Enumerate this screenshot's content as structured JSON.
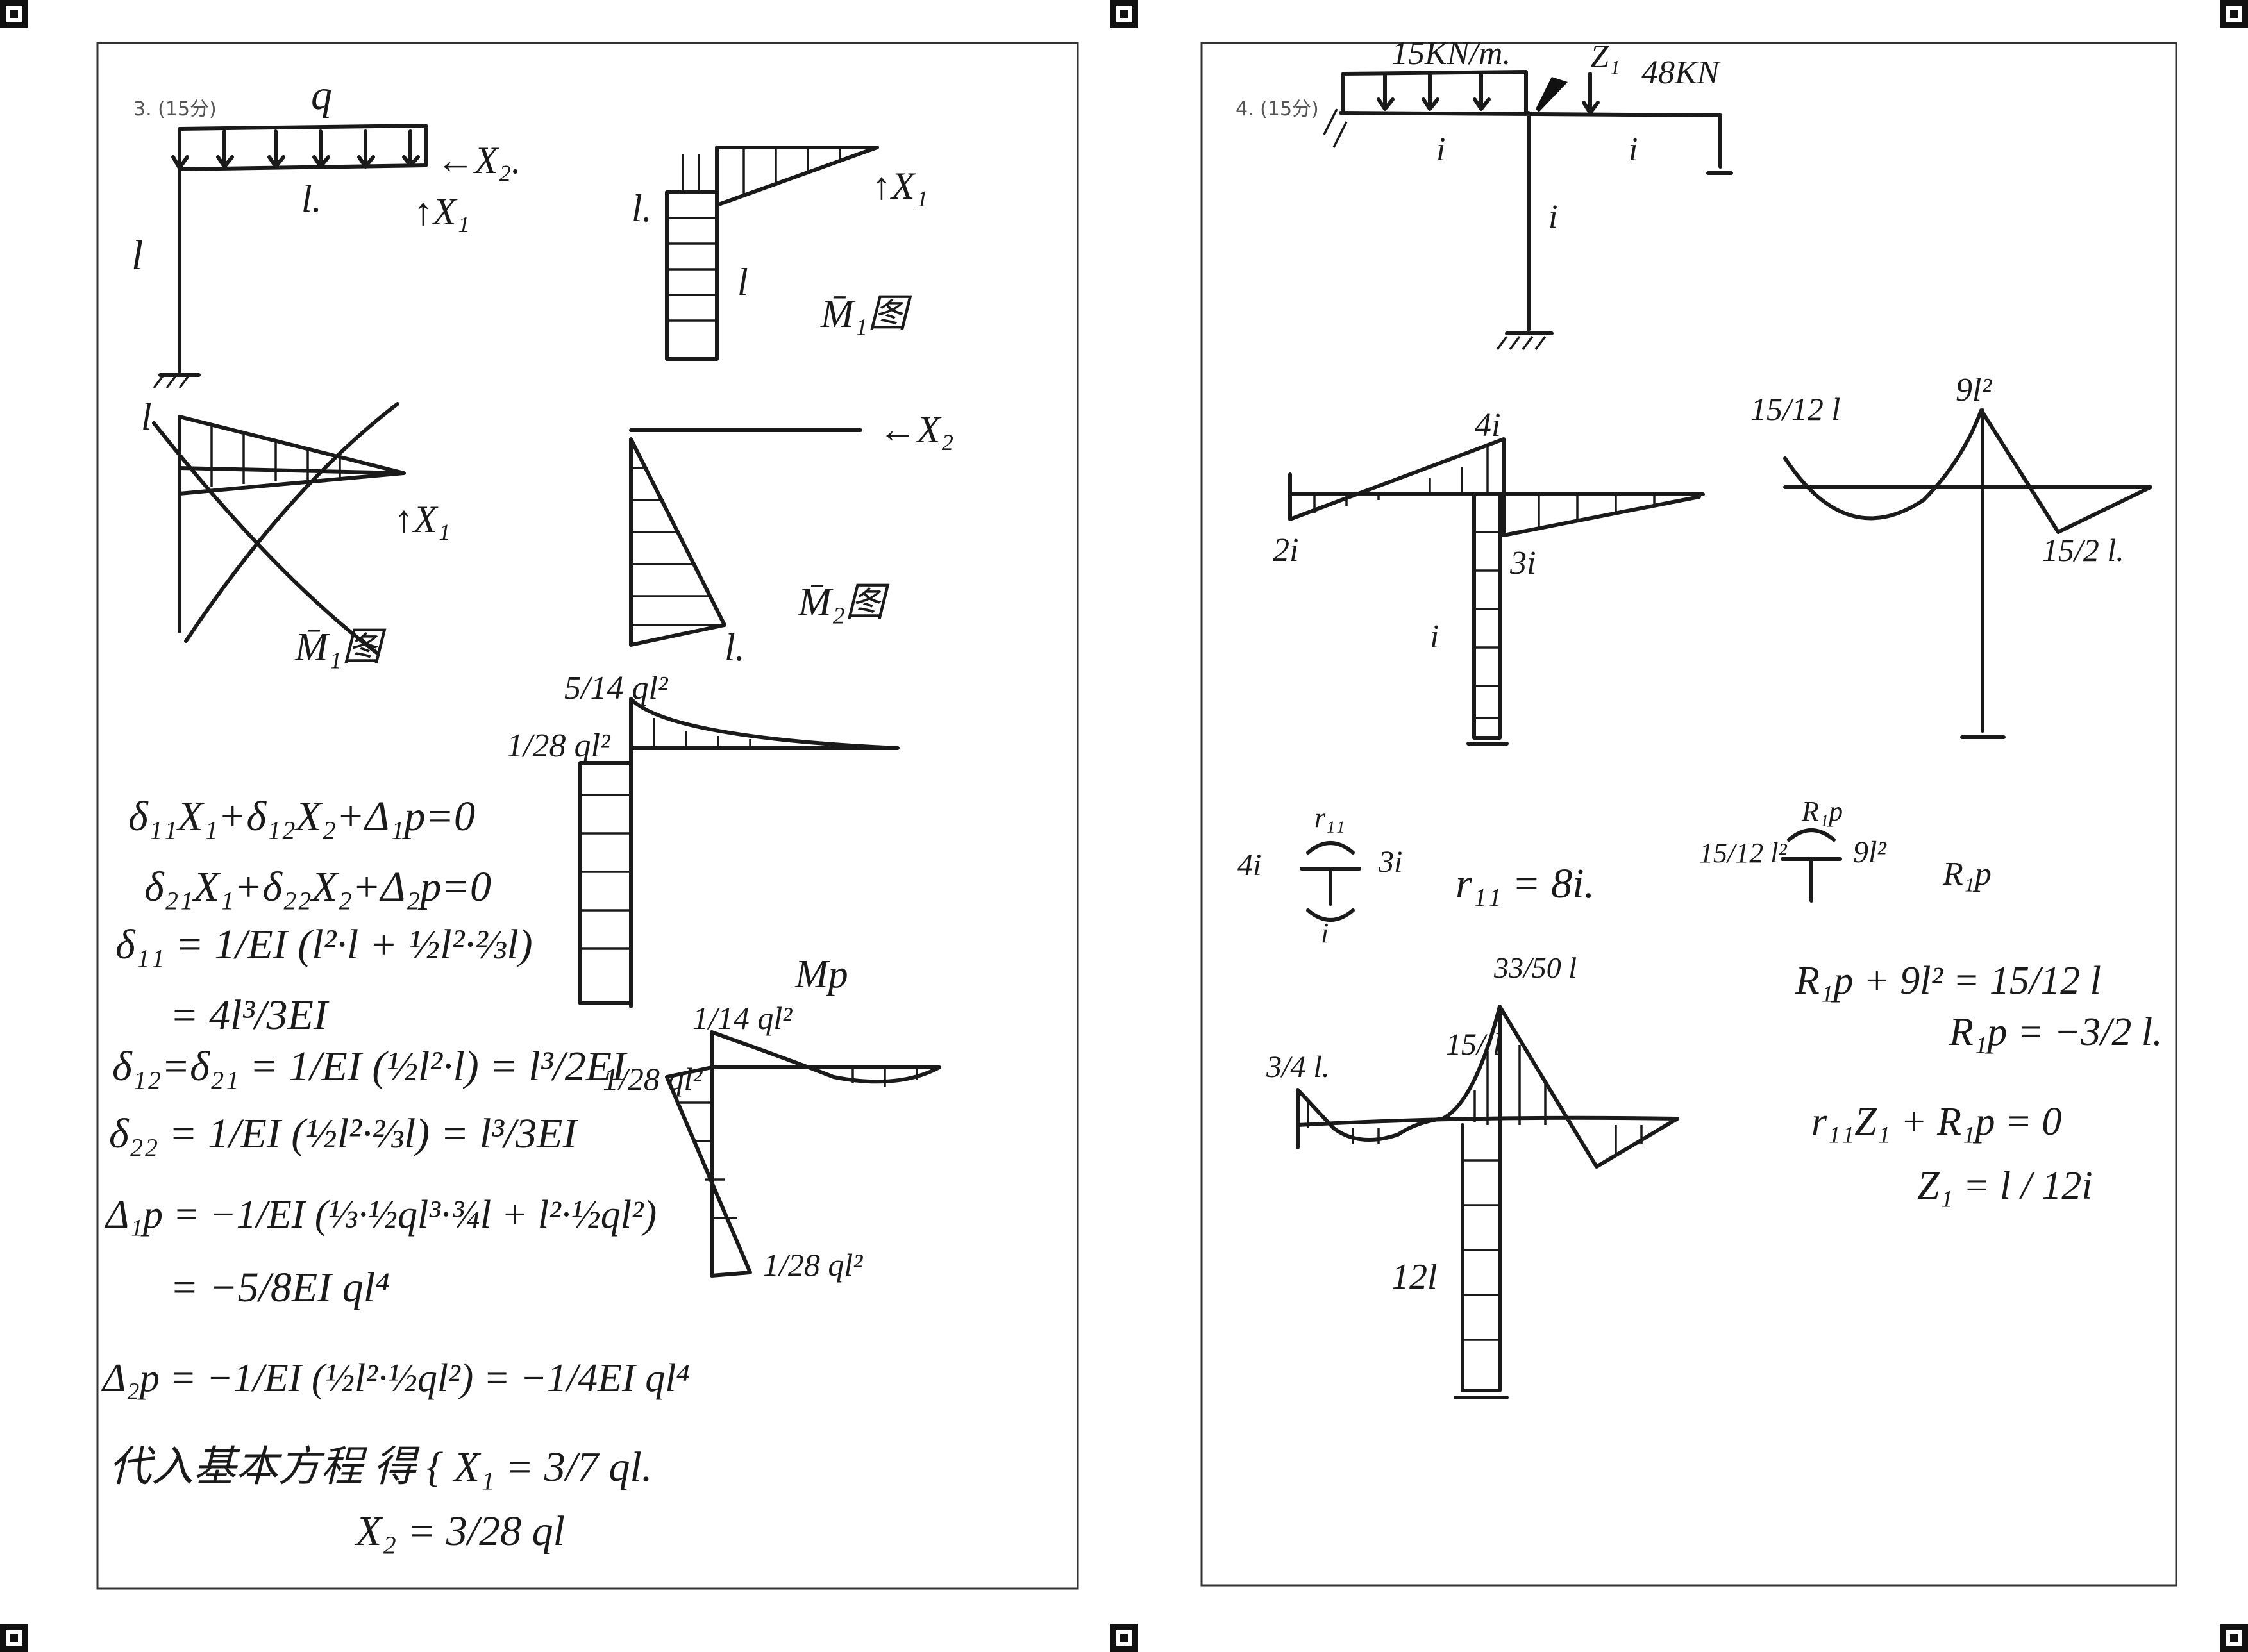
{
  "problem3": {
    "label": "3. (15分)",
    "frame": {
      "q": "q",
      "span": "l.",
      "height": "l",
      "x1": "↑X₁",
      "x2": "←X₂."
    },
    "m1_bar_top": {
      "left_l": "l.",
      "col_l": "l",
      "x1": "↑X₁",
      "title": "M̄₁图"
    },
    "m1_diagram": {
      "l": "l",
      "x1": "↑X₁",
      "title": "M̄₁图"
    },
    "m2_diagram": {
      "x2": "←X₂",
      "l": "l.",
      "title": "M̄₂图"
    },
    "mp_upper": {
      "top": "5/14 ql²",
      "left": "1/28 ql²"
    },
    "mp_lower": {
      "title": "Mp",
      "top": "1/14 ql²",
      "left": "1/28 ql²",
      "bottom": "1/28 ql²"
    },
    "equations": [
      "δ₁₁X₁+δ₁₂X₂+Δ₁p=0",
      "δ₂₁X₁+δ₂₂X₂+Δ₂p=0",
      "δ₁₁ = 1/EI (l²·l + ½l²·⅔l)",
      "= 4l³/3EI",
      "δ₁₂=δ₂₁ = 1/EI (½l²·l) = l³/2EI",
      "δ₂₂ = 1/EI (½l²·⅔l) = l³/3EI",
      "Δ₁p = −1/EI (⅓·½ql³·¾l + l²·½ql²)",
      "= −5/8EI ql⁴",
      "Δ₂p = −1/EI (½l²·½ql²) = −1/4EI ql⁴",
      "代入基本方程 得 { X₁ = 3/7 ql.",
      "X₂ = 3/28 ql"
    ]
  },
  "problem4": {
    "label": "4. (15分)",
    "frame": {
      "load": "15KN/m.",
      "z1": "Z₁",
      "force": "48KN",
      "i_left": "i",
      "i_right": "i",
      "i_col": "i"
    },
    "m1_diagram": {
      "top": "4i",
      "left": "2i",
      "col_right": "3i",
      "col": "i"
    },
    "mp_diagram": {
      "left": "15/12 l",
      "top": "9l²",
      "right": "15/2 l."
    },
    "node_r11": {
      "r": "r₁₁",
      "left": "4i",
      "right": "3i",
      "bottom": "i",
      "result": "r₁₁ = 8i."
    },
    "node_r1p": {
      "r": "R₁p",
      "left": "15/12 l²",
      "right": "9l²",
      "tag": "R₁p"
    },
    "equations": [
      "R₁p + 9l² = 15/12 l",
      "R₁p = −3/2 l.",
      "r₁₁Z₁ + R₁p = 0",
      "Z₁ = l / 12i"
    ],
    "final_m": {
      "left": "3/4 l.",
      "mid": "15/ l",
      "top": "33/50 l",
      "col": "12l"
    }
  }
}
